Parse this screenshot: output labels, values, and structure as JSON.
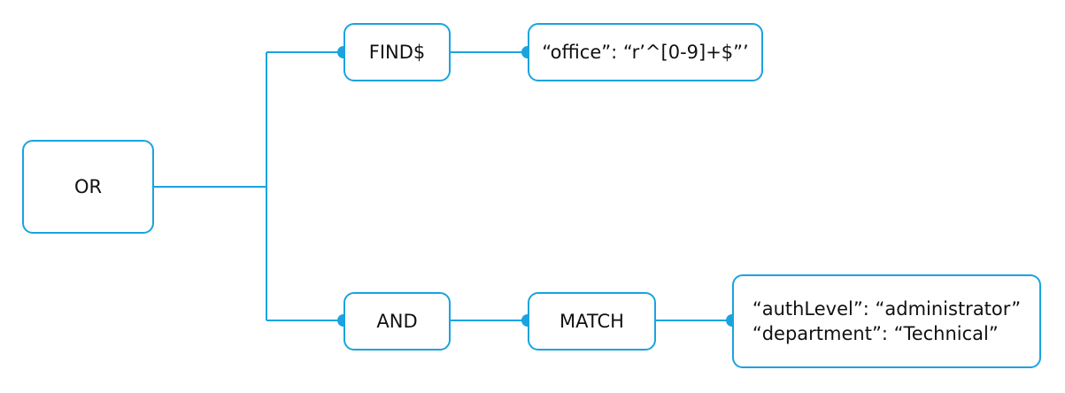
{
  "diagram": {
    "accent_color": "#1aa3e0",
    "nodes": {
      "or": "OR",
      "find": "FIND$",
      "office": "“office”: “r’^[0-9]+$”’",
      "and": "AND",
      "match": "MATCH",
      "conditions": [
        "“authLevel”: “administrator”",
        "“department”: “Technical”"
      ]
    }
  }
}
